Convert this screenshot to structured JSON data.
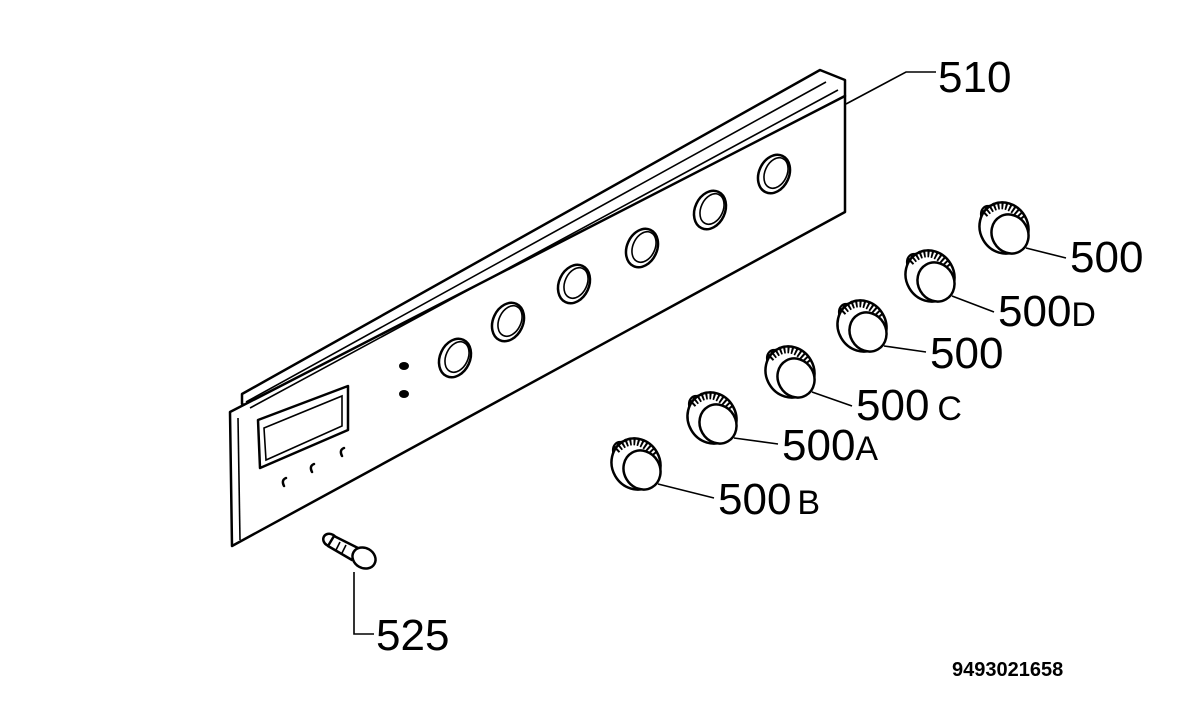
{
  "drawing_number": "9493021658",
  "parts": [
    {
      "id": "panel",
      "label": "510",
      "suffix": ""
    },
    {
      "id": "knob-1",
      "label": "500",
      "suffix": ""
    },
    {
      "id": "knob-2",
      "label": "500",
      "suffix": "D"
    },
    {
      "id": "knob-3",
      "label": "500",
      "suffix": ""
    },
    {
      "id": "knob-4",
      "label": "500",
      "suffix": "C"
    },
    {
      "id": "knob-5",
      "label": "500",
      "suffix": "A"
    },
    {
      "id": "knob-6",
      "label": "500",
      "suffix": "B"
    },
    {
      "id": "screw",
      "label": "525",
      "suffix": ""
    }
  ],
  "colors": {
    "ink": "#000000",
    "paper": "#ffffff"
  }
}
